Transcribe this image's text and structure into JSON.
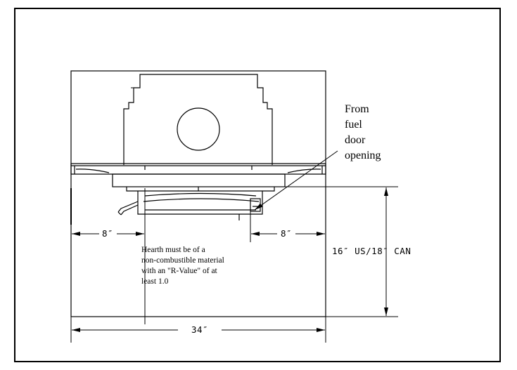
{
  "diagram": {
    "callout_lines": [
      "From",
      "fuel",
      "door",
      "opening"
    ],
    "note_lines": [
      "Hearth must be of a",
      "non-combustible material",
      "with an \"R-Value\" of at",
      "least 1.0"
    ],
    "dimensions": {
      "left_side": "8″",
      "right_side": "8″",
      "front": "16″ US/18″ CAN",
      "width": "34″"
    }
  }
}
